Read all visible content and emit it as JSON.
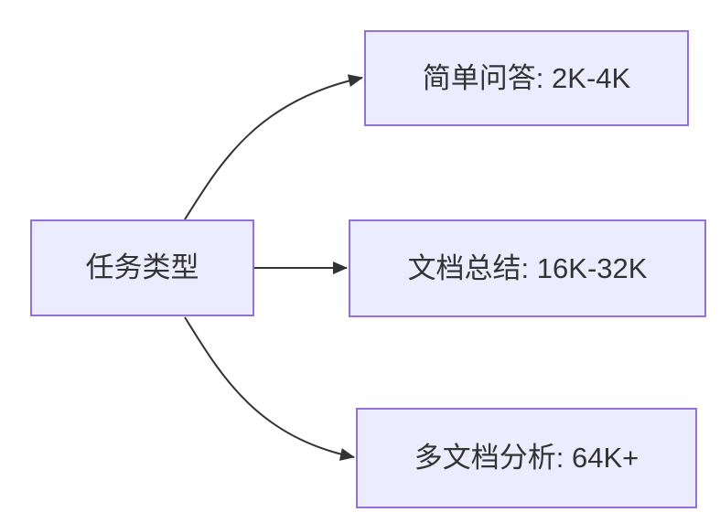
{
  "diagram": {
    "type": "flowchart",
    "direction": "LR",
    "nodes": [
      {
        "id": "task-type",
        "label": "任务类型"
      },
      {
        "id": "simple-qa",
        "label": "简单问答: 2K-4K"
      },
      {
        "id": "doc-summary",
        "label": "文档总结: 16K-32K"
      },
      {
        "id": "multi-doc",
        "label": "多文档分析: 64K+"
      }
    ],
    "edges": [
      {
        "from": "任务类型",
        "to": "简单问答: 2K-4K"
      },
      {
        "from": "任务类型",
        "to": "文档总结: 16K-32K"
      },
      {
        "from": "任务类型",
        "to": "多文档分析: 64K+"
      }
    ],
    "colors": {
      "node_fill": "#ECECFF",
      "node_border": "#9370DB",
      "text_color": "#333333",
      "arrow_color": "#333333",
      "background": "#ffffff"
    }
  }
}
